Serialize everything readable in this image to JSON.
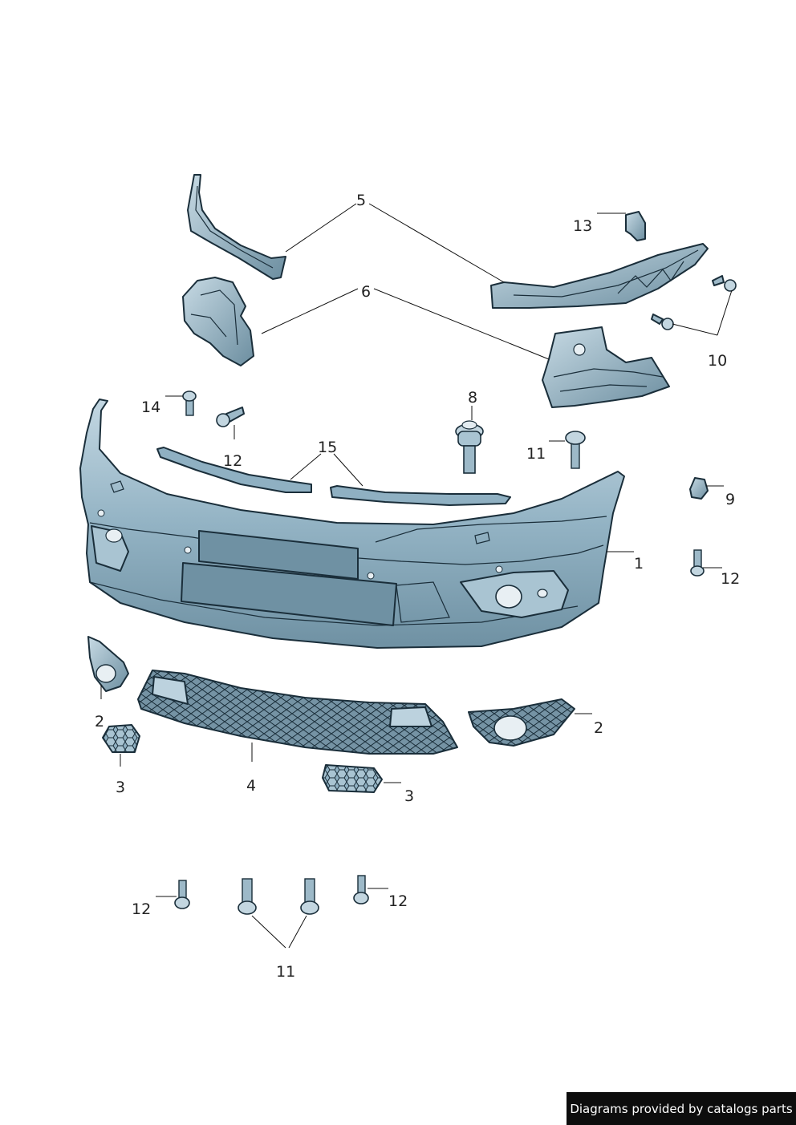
{
  "diagram": {
    "part_numbers": {
      "bumper_cover": "1",
      "fog_lamp_grille_left": "2",
      "fog_lamp_grille_right": "2",
      "honeycomb_insert_left": "3",
      "honeycomb_insert_right": "3",
      "lower_grille": "4",
      "upper_guide": "5",
      "mounting_bracket": "6",
      "stud_bolt": "8",
      "clip_nut": "9",
      "bracket_screws": "10",
      "bolt_upper": "11",
      "bolts_lower": "11",
      "screw_upper_left": "12",
      "screw_right": "12",
      "screw_lower_left": "12",
      "screw_lower_mid": "12",
      "clamp": "13",
      "screw_top": "14",
      "seal_strips": "15"
    },
    "colors": {
      "part_fill": "#8fb0c2",
      "part_light": "#bcd2de",
      "part_dark": "#4f6f80",
      "outline": "#1a2e3a"
    }
  },
  "footer": {
    "credit": "Diagrams provided by catalogs parts"
  }
}
